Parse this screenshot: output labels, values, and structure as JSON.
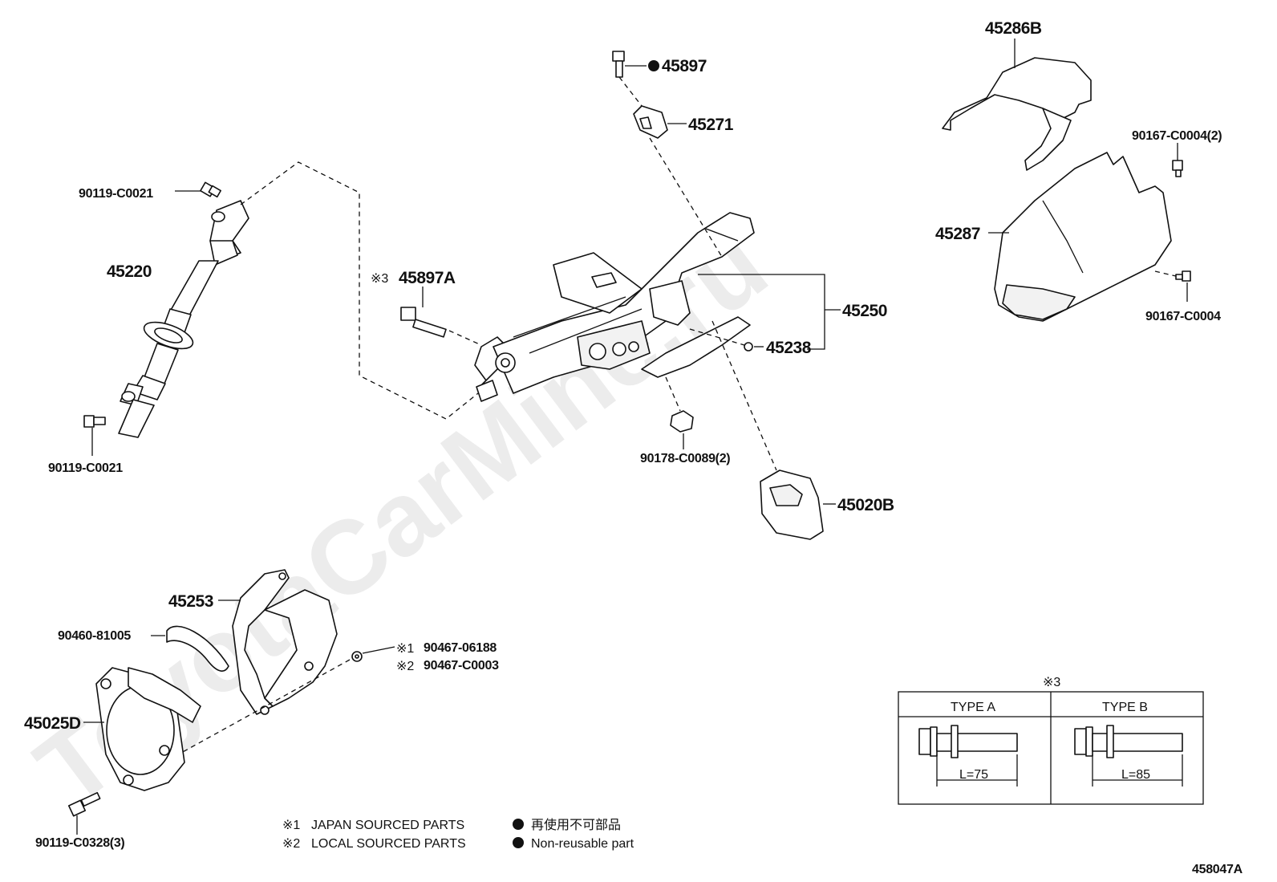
{
  "diagram_code": "458047A",
  "parts": {
    "p45897": "45897",
    "p45271": "45271",
    "p45286B": "45286B",
    "p90167_c0004_2": "90167-C0004(2)",
    "p45287": "45287",
    "p90167_c0004": "90167-C0004",
    "p90119_c0021_top": "90119-C0021",
    "p45220": "45220",
    "p90119_c0021_bottom": "90119-C0021",
    "p45897A": "45897A",
    "p45250": "45250",
    "p45238": "45238",
    "p90178_c0089_2": "90178-C0089(2)",
    "p45020B": "45020B",
    "p45253": "45253",
    "p90460_81005": "90460-81005",
    "p90467_06188": "90467-06188",
    "p90467_c0003": "90467-C0003",
    "p45025D": "45025D",
    "p90119_c0328_3": "90119-C0328(3)"
  },
  "marks": {
    "note1": "※1",
    "note2": "※2",
    "note3": "※3"
  },
  "legend": {
    "note1_text": "JAPAN SOURCED PARTS",
    "note2_text": "LOCAL SOURCED PARTS",
    "nonreusable_jp": "再使用不可部品",
    "nonreusable_en": "Non-reusable part"
  },
  "bolt_table": {
    "title": "※3",
    "type_a": "TYPE A",
    "type_b": "TYPE B",
    "length_a": "L=75",
    "length_b": "L=85"
  },
  "watermark": "ToyotaCarMine.ru",
  "colors": {
    "line": "#111111",
    "background": "#ffffff",
    "watermark": "#ececec"
  }
}
